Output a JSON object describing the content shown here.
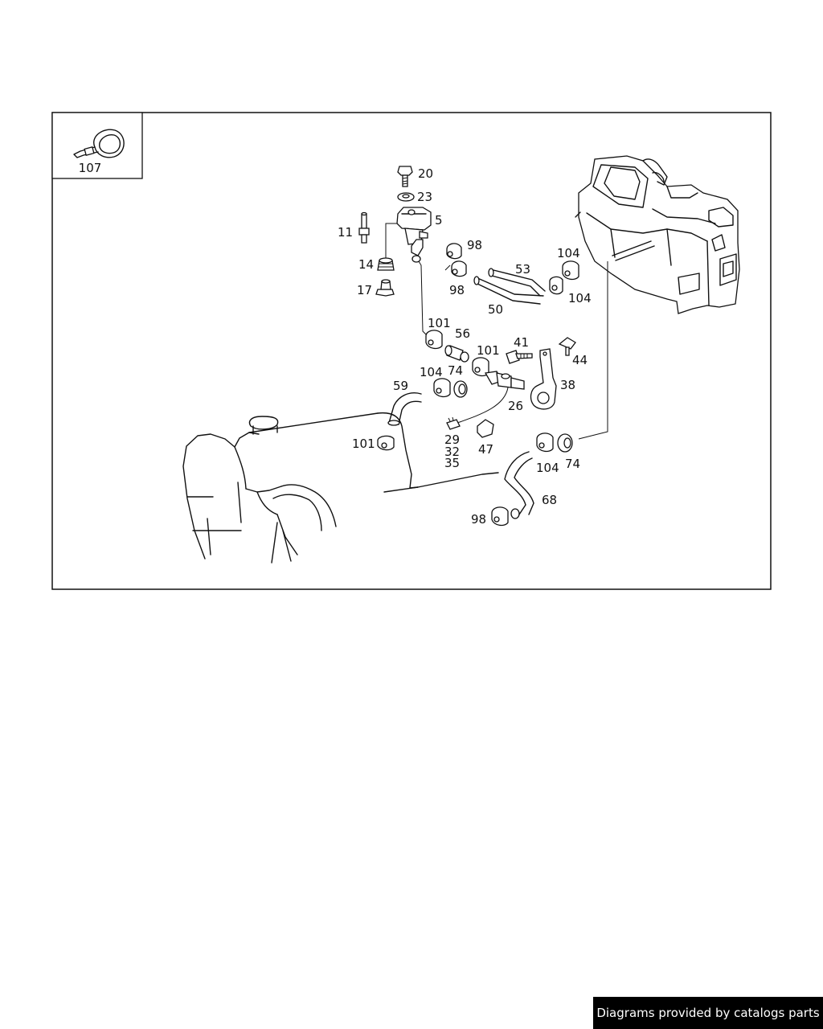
{
  "inset": {
    "label": "107",
    "icon": "cable-tie-icon"
  },
  "callouts": [
    "20",
    "23",
    "5",
    "11",
    "14",
    "17",
    "98",
    "53",
    "50",
    "98",
    "104",
    "104",
    "101",
    "56",
    "41",
    "101",
    "44",
    "104",
    "74",
    "38",
    "26",
    "59",
    "101",
    "29",
    "32",
    "35",
    "47",
    "104",
    "74",
    "68",
    "98"
  ],
  "credit": "Diagrams provided by catalogs parts"
}
